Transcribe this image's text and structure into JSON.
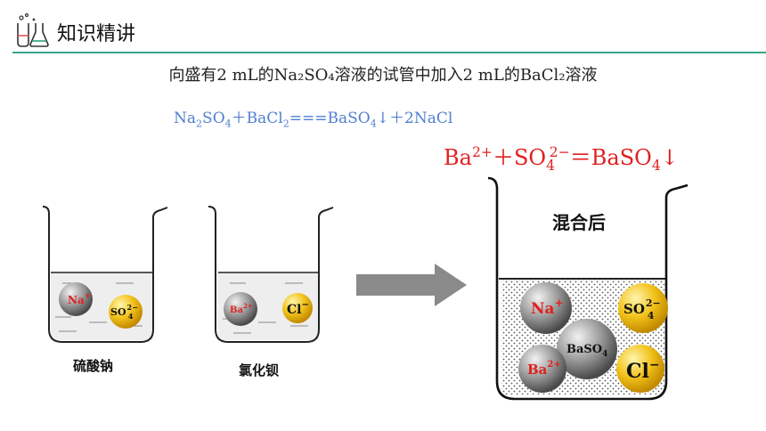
{
  "header": {
    "title": "知识精讲",
    "icon": "lab-flask-icon",
    "accent": "#3aa58a"
  },
  "experiment_text": "向盛有2 mL的Na₂SO₄溶液的试管中加入2 mL的BaCl₂溶液",
  "equation": {
    "parts": [
      "Na",
      "2",
      "SO",
      "4",
      "＋BaCl",
      "2",
      "===BaSO",
      "4",
      "↓＋2NaCl"
    ],
    "color": "#4f7fd0"
  },
  "ionic_equation": {
    "parts": [
      "Ba",
      "2+",
      "＋SO",
      "4",
      "2−",
      "＝BaSO",
      "4",
      "↓"
    ],
    "color": "#e02020"
  },
  "beakers": {
    "left": {
      "label": "硫酸钠",
      "ions": [
        {
          "text": "Na",
          "sup": "+"
        },
        {
          "text": "SO",
          "sub": "4",
          "sup": "2−"
        }
      ]
    },
    "middle": {
      "label": "氯化钡",
      "ions": [
        {
          "text": "Ba",
          "sup": "2+"
        },
        {
          "text": "Cl",
          "sup": "−"
        }
      ]
    },
    "right": {
      "title": "混合后",
      "ions": [
        {
          "text": "Na",
          "sup": "+"
        },
        {
          "text": "SO",
          "sub": "4",
          "sup": "2−"
        },
        {
          "text": "BaSO",
          "sub": "4"
        },
        {
          "text": "Ba",
          "sup": "2+"
        },
        {
          "text": "Cl",
          "sup": "−"
        }
      ]
    }
  },
  "arrow_icon": "right-arrow-icon"
}
